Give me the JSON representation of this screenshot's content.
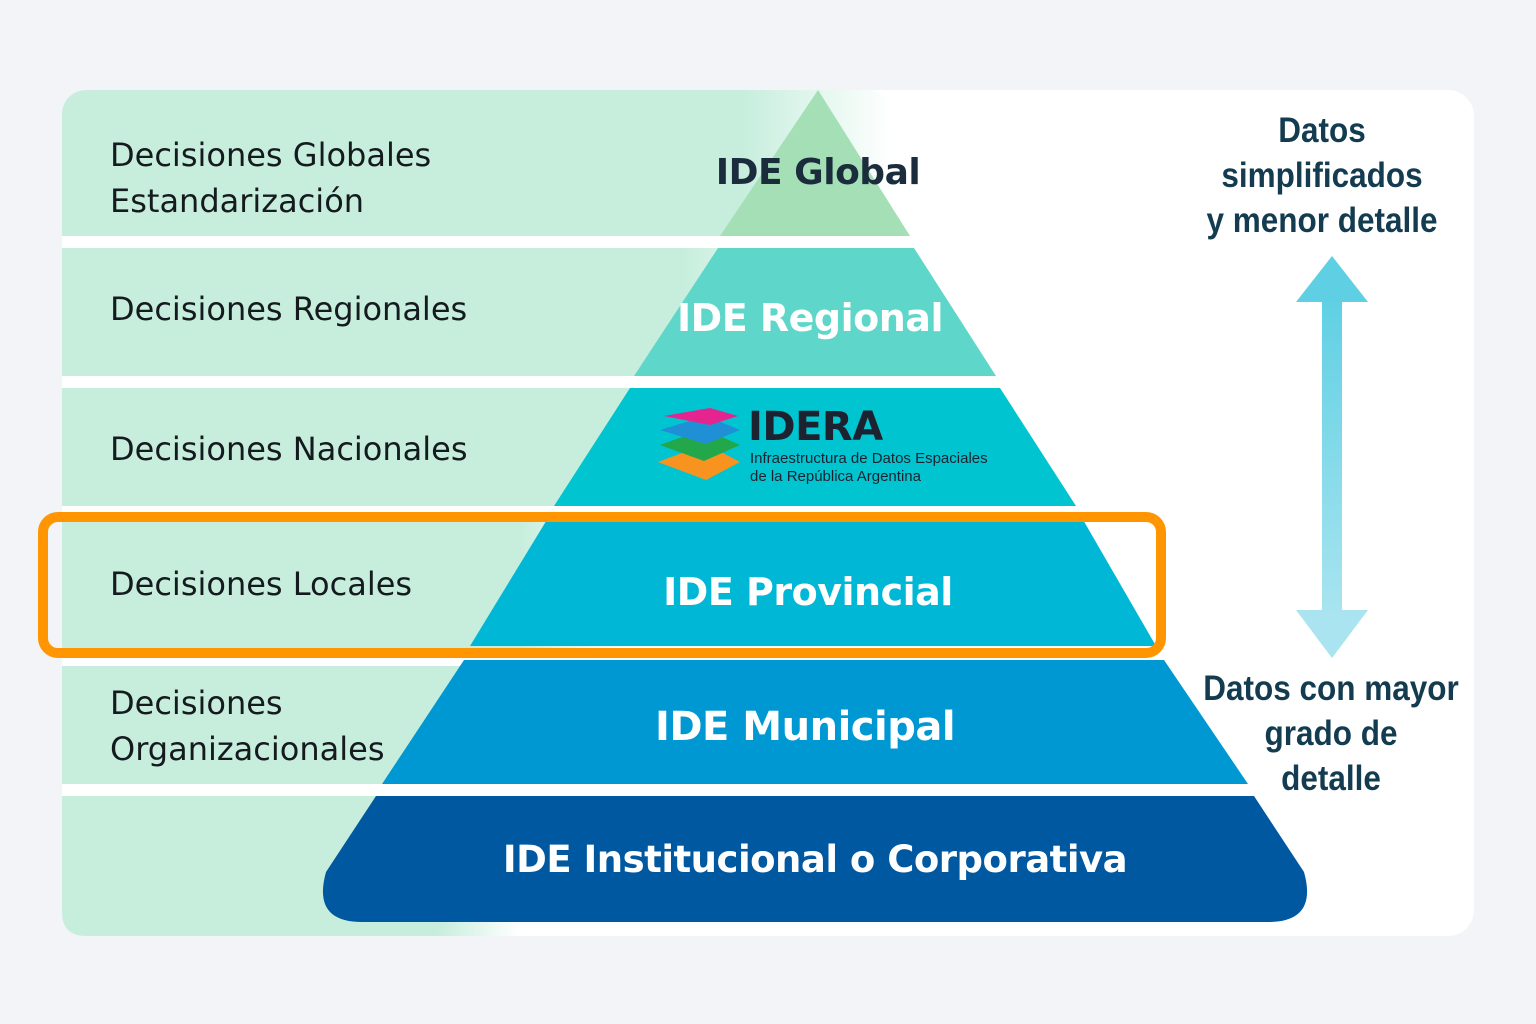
{
  "left_labels": [
    "Decisiones Globales\nEstandarización",
    "Decisiones Regionales",
    "Decisiones Nacionales",
    "Decisiones Locales",
    "Decisiones\nOrganizacionales"
  ],
  "tiers": {
    "global": "IDE Global",
    "regional": "IDE Regional",
    "provincial": "IDE Provincial",
    "municipal": "IDE Municipal",
    "institucional": "IDE Institucional o Corporativa"
  },
  "idera": {
    "name": "IDERA",
    "subtitle": "Infraestructura de Datos Espaciales\nde la República Argentina"
  },
  "side": {
    "top": "Datos\nsimplificados\ny menor detalle",
    "bottom": "Datos con mayor\ngrado de\ndetalle",
    "arrow_icon": "double-arrow-vertical-icon"
  },
  "colors": {
    "band_bg": "#c7eedd",
    "global": "#a4dfb6",
    "regional": "#5ed6c9",
    "nacional": "#00c4cf",
    "provincial": "#00b8d6",
    "municipal": "#0098d3",
    "institucional": "#0058a0",
    "highlight": "#ff9500",
    "arrow": "#63d2e4"
  }
}
